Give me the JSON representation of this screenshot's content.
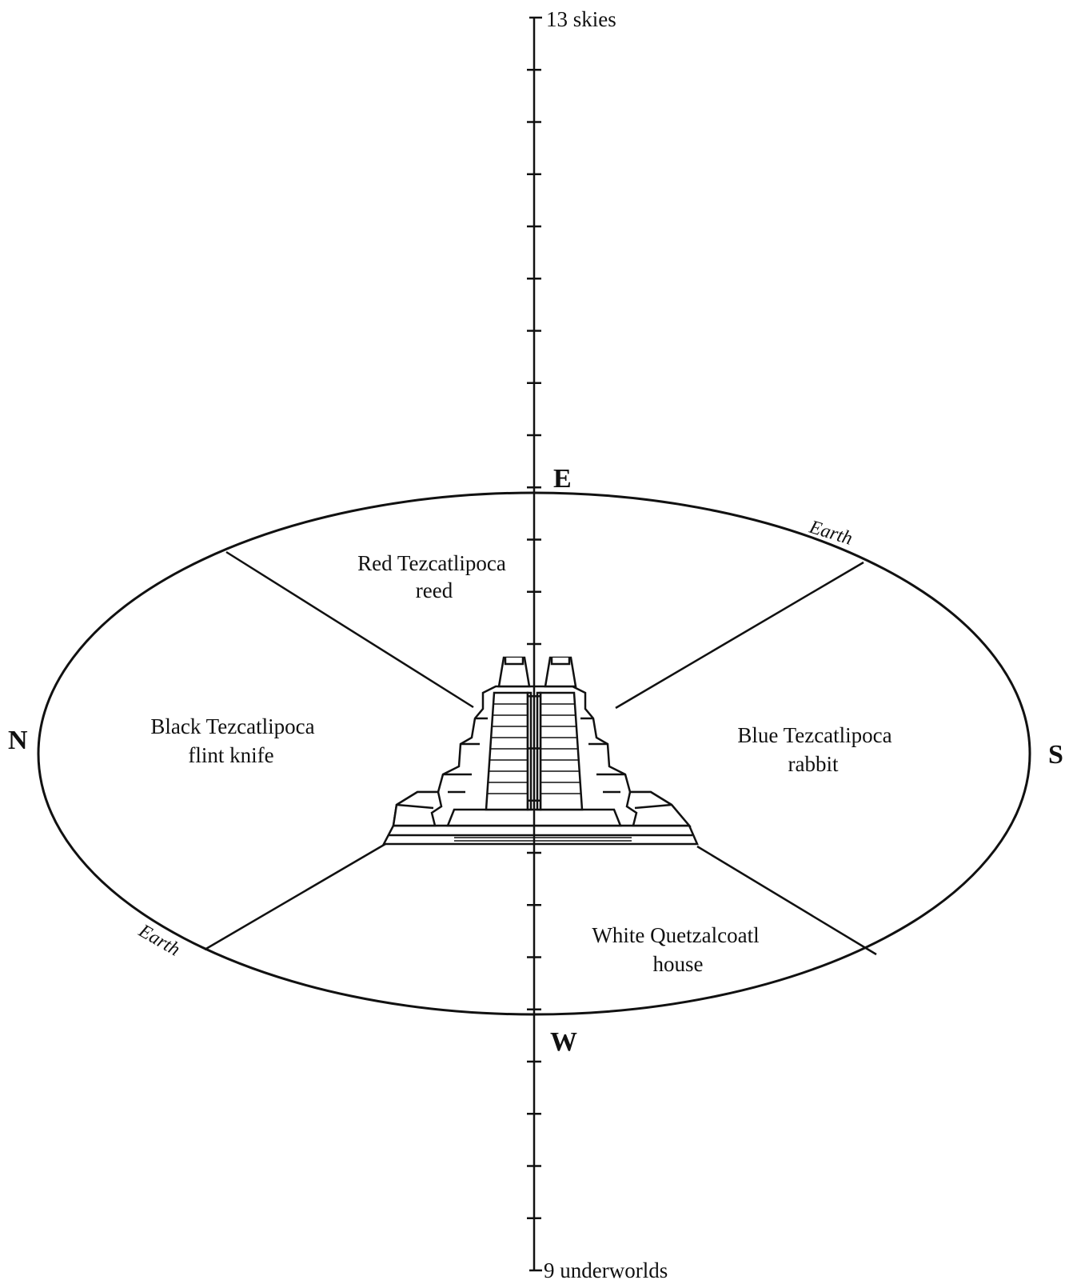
{
  "axis": {
    "top_label": "13 skies",
    "bottom_label": "9 underworlds"
  },
  "directions": {
    "east": "E",
    "west": "W",
    "north": "N",
    "south": "S"
  },
  "earth_labels": [
    "Earth",
    "Earth"
  ],
  "regions": {
    "east": {
      "line1": "Red Tezcatlipoca",
      "line2": "reed"
    },
    "north": {
      "line1": "Black Tezcatlipoca",
      "line2": "flint knife"
    },
    "south": {
      "line1": "Blue Tezcatlipoca",
      "line2": "rabbit"
    },
    "west": {
      "line1": "White Quetzalcoatl",
      "line2": "house"
    }
  },
  "colors": {
    "ink": "#111111",
    "background": "#ffffff"
  }
}
